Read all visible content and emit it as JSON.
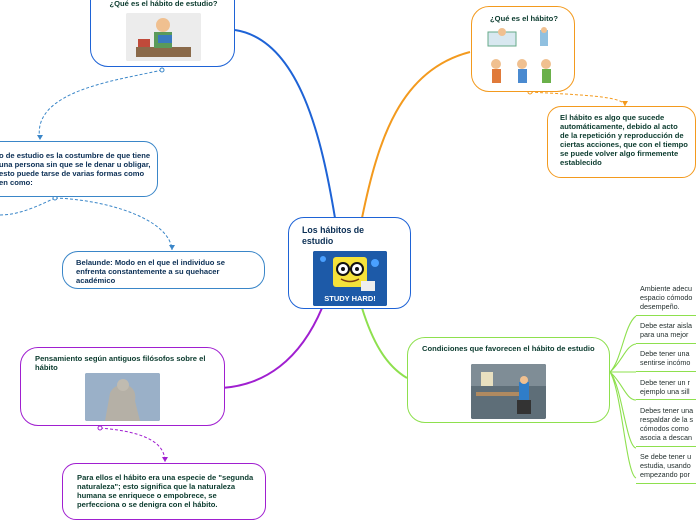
{
  "central": {
    "title": "Los hábitos de estudio",
    "image_caption": "STUDY HARD!"
  },
  "nodes": {
    "que_es_habito_estudio": {
      "title": "¿Qué es el hábito de estudio?"
    },
    "definicion": {
      "text": "o de estudio es la costumbre de que tiene una persona sin que se le denar u obligar, esto puede tarse de varias formas como en como:"
    },
    "belaunde": {
      "text": "Belaunde: Modo en el que el individuo se enfrenta constantemente a su quehacer académico"
    },
    "que_es_habito": {
      "title": "¿Qué es el hábito?"
    },
    "habito_definicion": {
      "text": "El hábito es algo que sucede automáticamente, debido al acto de la repetición y reproducción de ciertas acciones, que con el tiempo se puede volver algo firmemente establecido"
    },
    "pensamiento": {
      "title": "Pensamiento según antiguos filósofos sobre el hábito"
    },
    "segunda_naturaleza": {
      "text": "Para ellos el hábito era una especie de \"segunda naturaleza\"; esto significa que la naturaleza humana se enriquece o empobrece, se perfecciona o se denigra con el hábito."
    },
    "condiciones": {
      "title": "Condiciones que favorecen el hábito de estudio"
    }
  },
  "condiciones_items": [
    {
      "lines": [
        "Ambiente adecu",
        "espacio cómodo",
        "desempeño."
      ]
    },
    {
      "lines": [
        "Debe estar aisla",
        "para una mejor"
      ]
    },
    {
      "lines": [
        "Debe tener una",
        "sentirse incómo"
      ]
    },
    {
      "lines": [
        "Debe tener un r",
        "ejemplo una sill"
      ]
    },
    {
      "lines": [
        "Debes tener una",
        "respaldar de la s",
        "cómodos como",
        "asocia a descan"
      ]
    },
    {
      "lines": [
        "Se debe tener u",
        "estudia, usando",
        "empezando por"
      ]
    }
  ],
  "colors": {
    "blue": "#1e63d6",
    "orange": "#f39a1e",
    "green": "#8ee04e",
    "purple": "#a01fd0",
    "dashed": "#3a86c8"
  }
}
